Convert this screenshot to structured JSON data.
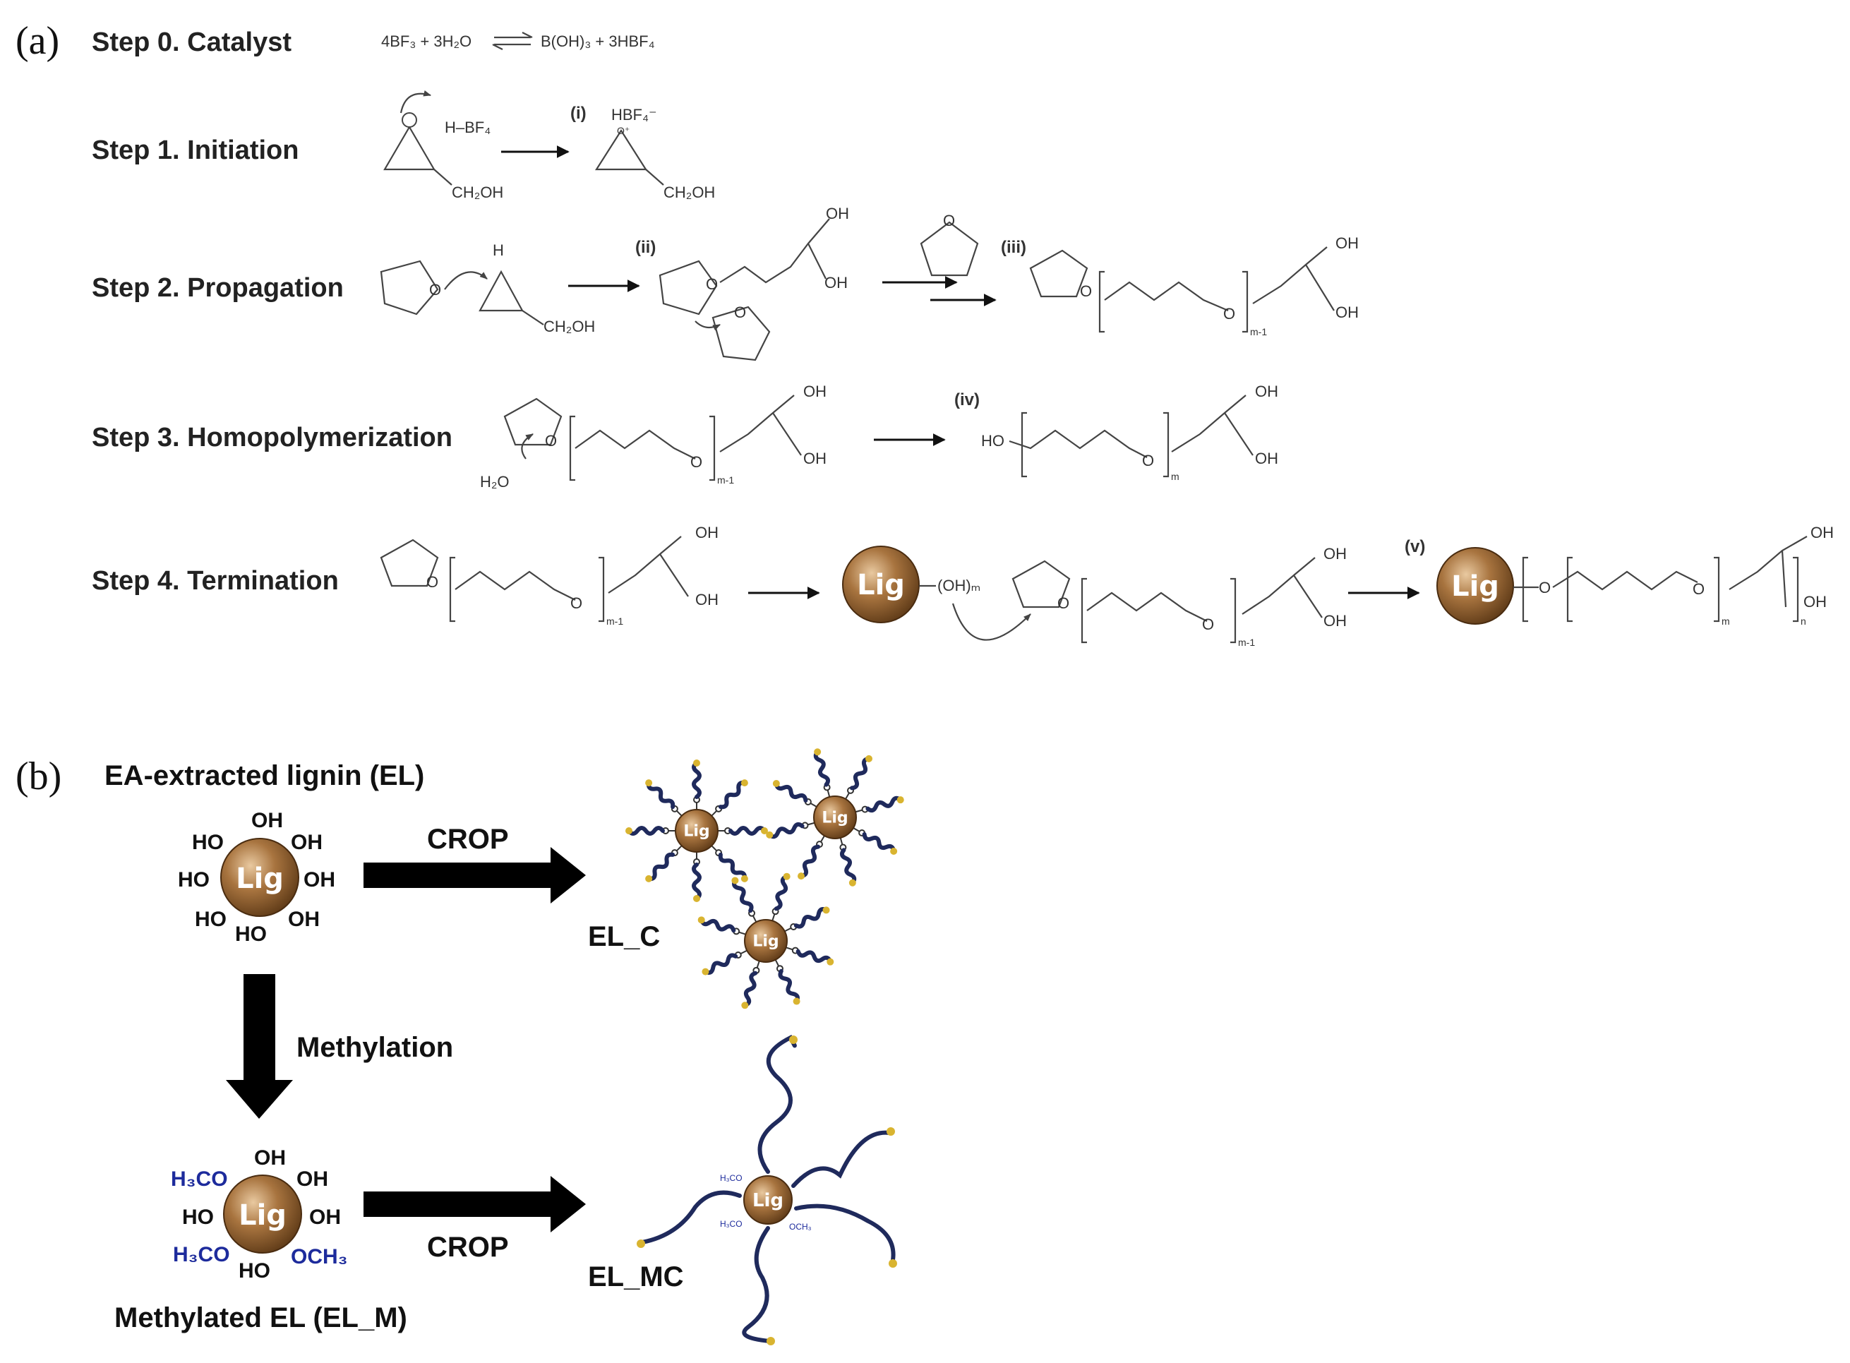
{
  "panel_a": {
    "label": "(a)",
    "steps": [
      {
        "title": "Step 0. Catalyst",
        "equation_left": "4BF₃ + 3H₂O",
        "equation_right": "B(OH)₃ + 3HBF₄"
      },
      {
        "title": "Step 1. Initiation",
        "marker": "(i)"
      },
      {
        "title": "Step 2. Propagation",
        "marker_1": "(ii)",
        "marker_2": "(iii)"
      },
      {
        "title": "Step 3. Homopolymerization",
        "marker": "(iv)"
      },
      {
        "title": "Step 4. Termination",
        "marker": "(v)"
      }
    ],
    "groups": {
      "ch2oh": "CH₂OH",
      "oh": "OH",
      "ho": "HO",
      "h": "H",
      "h2o": "H₂O",
      "hbf4_reactant": "H–BF₄",
      "hbf4_product": "HBF₄⁻",
      "o": "O",
      "oh_m": "(OH)ₘ",
      "sub_m1": "m-1",
      "sub_m": "m",
      "sub_n": "n"
    },
    "lig_label": "Lig"
  },
  "panel_b": {
    "label": "(b)",
    "el_title": "EA-extracted lignin (EL)",
    "crop_top": "CROP",
    "crop_bottom": "CROP",
    "methylation": "Methylation",
    "product_top": "EL_C",
    "product_bottom": "EL_MC",
    "methylated_title": "Methylated EL (EL_M)",
    "lig_label": "Lig",
    "el_groups": {
      "oh": "OH",
      "ho": "HO"
    },
    "elm_groups": {
      "h3co": "H₃CO",
      "och3": "OCH₃",
      "oh": "OH",
      "ho": "HO"
    }
  },
  "colors": {
    "lig_sphere": "#8a5a2b",
    "chain": "#1f2a5c",
    "chain_tip": "#d9b430",
    "methoxy": "#1d2b9c"
  }
}
